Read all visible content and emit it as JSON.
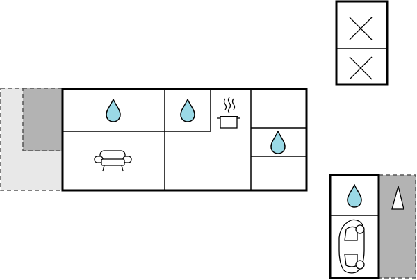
{
  "floor_plan": {
    "colors": {
      "wall": "#000000",
      "background": "#ffffff",
      "terrace_light": "#e8e8e8",
      "terrace_dark": "#b3b3b3",
      "water": "#9ad9e6",
      "dashed_border": "#555555"
    },
    "symbols": {
      "water_drop": "water-drop-icon",
      "sofa": "sofa-icon",
      "cooking_pot": "cooking-pot-icon",
      "bed_cross": "cross-icon",
      "car": "car-icon",
      "tent": "tent-icon"
    },
    "rooms": [
      {
        "name": "bathroom-1",
        "symbol": "water_drop"
      },
      {
        "name": "bathroom-2",
        "symbol": "water_drop"
      },
      {
        "name": "kitchen",
        "symbol": "cooking_pot"
      },
      {
        "name": "bathroom-3",
        "symbol": "water_drop"
      },
      {
        "name": "living-room",
        "symbol": "sofa"
      },
      {
        "name": "room-center",
        "symbol": ""
      },
      {
        "name": "room-right-top",
        "symbol": ""
      },
      {
        "name": "room-right-bottom",
        "symbol": ""
      },
      {
        "name": "annex-top",
        "symbol": "bed_cross"
      },
      {
        "name": "annex-bottom",
        "symbol": "bed_cross"
      },
      {
        "name": "garage-bath",
        "symbol": "water_drop"
      },
      {
        "name": "garage",
        "symbol": "car"
      },
      {
        "name": "side-terrace",
        "symbol": "tent"
      }
    ]
  }
}
